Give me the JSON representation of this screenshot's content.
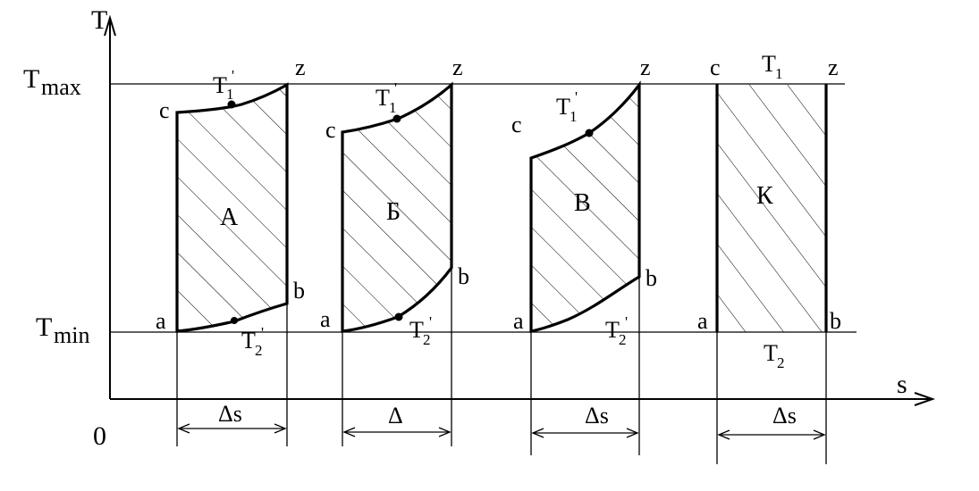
{
  "axes": {
    "y_label": "T",
    "x_label": "s",
    "origin": "0",
    "tmax": {
      "main": "T",
      "sub": "max"
    },
    "tmin": {
      "main": "T",
      "sub": "min"
    }
  },
  "cycles": [
    {
      "id": "A",
      "area_label": "А",
      "points": {
        "c": "c",
        "z": "z",
        "a": "a",
        "b": "b"
      },
      "t1": {
        "main": "T",
        "sub": "1",
        "prime": "'"
      },
      "t2": {
        "main": "T",
        "sub": "2",
        "prime": "'"
      },
      "ds": "Δs"
    },
    {
      "id": "B",
      "area_label": "Б",
      "points": {
        "c": "c",
        "z": "z",
        "a": "a",
        "b": "b"
      },
      "t1": {
        "main": "T",
        "sub": "1",
        "prime": "'"
      },
      "t2": {
        "main": "T",
        "sub": "2",
        "prime": "'"
      },
      "ds": "Δ"
    },
    {
      "id": "V",
      "area_label": "В",
      "points": {
        "c": "c",
        "z": "z",
        "a": "a",
        "b": "b"
      },
      "t1": {
        "main": "T",
        "sub": "1",
        "prime": "'"
      },
      "t2": {
        "main": "T",
        "sub": "2",
        "prime": "'"
      },
      "ds": "Δs"
    },
    {
      "id": "K",
      "area_label": "К",
      "points": {
        "c": "c",
        "z": "z",
        "a": "a",
        "b": "b"
      },
      "t1": {
        "main": "T",
        "sub": "1"
      },
      "t2": {
        "main": "T",
        "sub": "2"
      },
      "ds": "Δs"
    }
  ]
}
